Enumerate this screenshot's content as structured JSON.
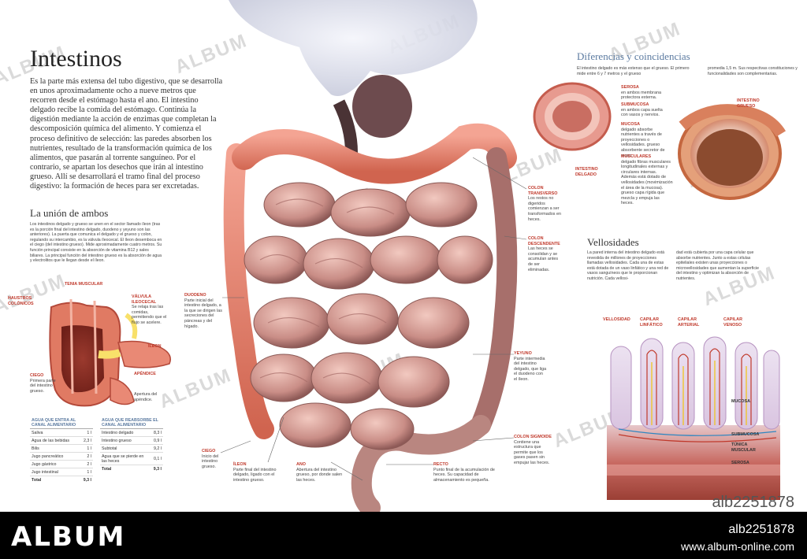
{
  "title": "Intestinos",
  "intro": "Es la parte más extensa del tubo digestivo, que se desarrolla en unos aproximadamente ocho a nueve metros que recorren desde el estómago hasta el ano. El intestino delgado recibe la comida del estómago. Continúa la digestión mediante la acción de enzimas que completan la descomposición química del alimento. Y comienza el proceso definitivo de selección: las paredes absorben los nutrientes, resultado de la transformación química de los alimentos, que pasarán al torrente sanguíneo. Por el contrario, se apartan los desechos que irán al intestino grueso. Allí se desarrollará el tramo final del proceso digestivo: la formación de heces para ser excretadas.",
  "union": {
    "heading": "La unión de ambos",
    "text": "Los intestinos delgado y grueso se unen en el sector llamado íleon (tras es la porción final del intestino delgado, duodeno y yeyuno son las anteriores). La puerta que comunica el delgado y el grueso y colon, regulando su intercambio, es la válvula íleocecal. El íleon desemboca en el ciego (del intestino grueso). Mide aproximadamente cuatro metros. Su función principal consiste en la absorción de vitamina B12 y sales biliares. La principal función del intestino grueso es la absorción de agua y electrolitos que le llegan desde el íleon.",
    "labels": {
      "tenia": "TENIA MUSCULAR",
      "haustros": "HAUSTROS COLÓNICOS",
      "valvula_title": "VÁLVULA ILEOCECAL",
      "valvula_text": "Se relaja tras las comidas, permitiendo que el flujo se acelere.",
      "ileon": "ÍLEON",
      "apendice": "APÉNDICE",
      "apertura": "Apertura del apéndice.",
      "ciego_title": "CIEGO",
      "ciego_text": "Primera parte del intestino grueso."
    }
  },
  "table_in": {
    "header": "AGUA QUE ENTRA AL CANAL ALIMENTARIO",
    "rows": [
      [
        "Saliva",
        "1 l"
      ],
      [
        "Agua de las bebidas",
        "2,3 l"
      ],
      [
        "Bilis",
        "1 l"
      ],
      [
        "Jugo pancreático",
        "2 l"
      ],
      [
        "Jugo gástrico",
        "2 l"
      ],
      [
        "Jugo intestinal",
        "1 l"
      ]
    ],
    "total": [
      "Total",
      "9,3 l"
    ]
  },
  "table_out": {
    "header": "AGUA QUE REABSORBE EL CANAL ALIMENTARIO",
    "rows": [
      [
        "Intestino delgado",
        "8,3 l"
      ],
      [
        "Intestino grueso",
        "0,9 l"
      ],
      [
        "Subtotal",
        "9,2 l"
      ],
      [
        "Agua que se pierde en las heces",
        "0,1 l"
      ]
    ],
    "total": [
      "Total",
      "9,3 l"
    ]
  },
  "center_labels": {
    "duodeno_title": "DUODENO",
    "duodeno_text": "Parte inicial del intestino delgado, a la que se dirigen las secreciones del páncreas y del hígado.",
    "ciego_title": "CIEGO",
    "ciego_text": "Inicio del intestino grueso.",
    "ileon_title": "ÍLEON",
    "ileon_text": "Parte final del intestino delgado, ligado con el intestino grueso.",
    "ano_title": "ANO",
    "ano_text": "Abertura del intestino grueso, por donde salen las heces.",
    "recto_title": "RECTO",
    "recto_text": "Punto final de la acumulación de heces. Su capacidad de almacenamiento es pequeña.",
    "sigmoide_title": "COLON SIGMOIDE",
    "sigmoide_text": "Contiene una estructura que permite que los gases pasen sin empujar las heces.",
    "yeyuno_title": "YEYUNO",
    "yeyuno_text": "Parte intermedia del intestino delgado, que liga el duodeno con el íleon.",
    "transverso_title": "COLON TRANSVERSO",
    "transverso_text": "Los restos no digeridos comienzan a ser transformados en heces.",
    "descendente_title": "COLON DESCENDENTE",
    "descendente_text": "Las heces se consolidan y se acumulan antes de ser eliminadas."
  },
  "diferencias": {
    "heading": "Diferencias y coincidencias",
    "text1": "El intestino delgado es más extenso que el grueso. El primero mide entre 6 y 7 metros y el grueso",
    "text2": "promedia 1,5 m. Sus respectivas constituciones y funcionalidades son complementarias.",
    "serosa_title": "SEROSA",
    "serosa_text": "en ambos membrana protectora externa.",
    "submucosa_title": "SUBMUCOSA",
    "submucosa_text": "en ambos capa suelta con vasos y nervios.",
    "mucosa_title": "MUCOSA",
    "mucosa_text": "delgado absorbe nutrientes a través de proyecciones o vellosidades. grueso absorbente secretor de moco.",
    "musculares_title": "MUSCULARES",
    "musculares_text": "delgado fibras musculares longitudinales externas y circulares internas. Además está dotado de vellosidades (movimización el área de la mucosa). grueso capa rígida que mezcla y empuja las heces.",
    "delgado_label": "INTESTINO DELGADO",
    "grueso_label": "INTESTINO GRUESO"
  },
  "vellosidades": {
    "heading": "Vellosidades",
    "text1": "La pared interna del intestino delgado está revestida de millones de proyecciones llamadas vellosidades. Cada una de estas está dotada de un vaso linfático y una red de vasos sanguíneos que le proporcionan nutrición. Cada vellosi-",
    "text2": "dad está cubierta por una capa celular que absorbe nutrientes. Junto a estas células epiteliales existen unas proyecciones o microvellosidades que aumentan la superficie del intestino y optimizan la absorción de nutrientes.",
    "labels": {
      "vellosidad": "VELLOSIDAD",
      "linfatico": "CAPILAR LINFÁTICO",
      "arterial": "CAPILAR ARTERIAL",
      "venoso": "CAPILAR VENOSO",
      "mucosa": "MUCOSA",
      "submucosa": "SUBMUCOSA",
      "tunica": "TÚNICA MUSCULAR",
      "serosa": "SEROSA"
    }
  },
  "watermark": "ALBUM",
  "ref_id": "alb2251878",
  "footer": {
    "logo": "ALBUM",
    "id": "alb2251878",
    "url": "www.album-online.com"
  }
}
